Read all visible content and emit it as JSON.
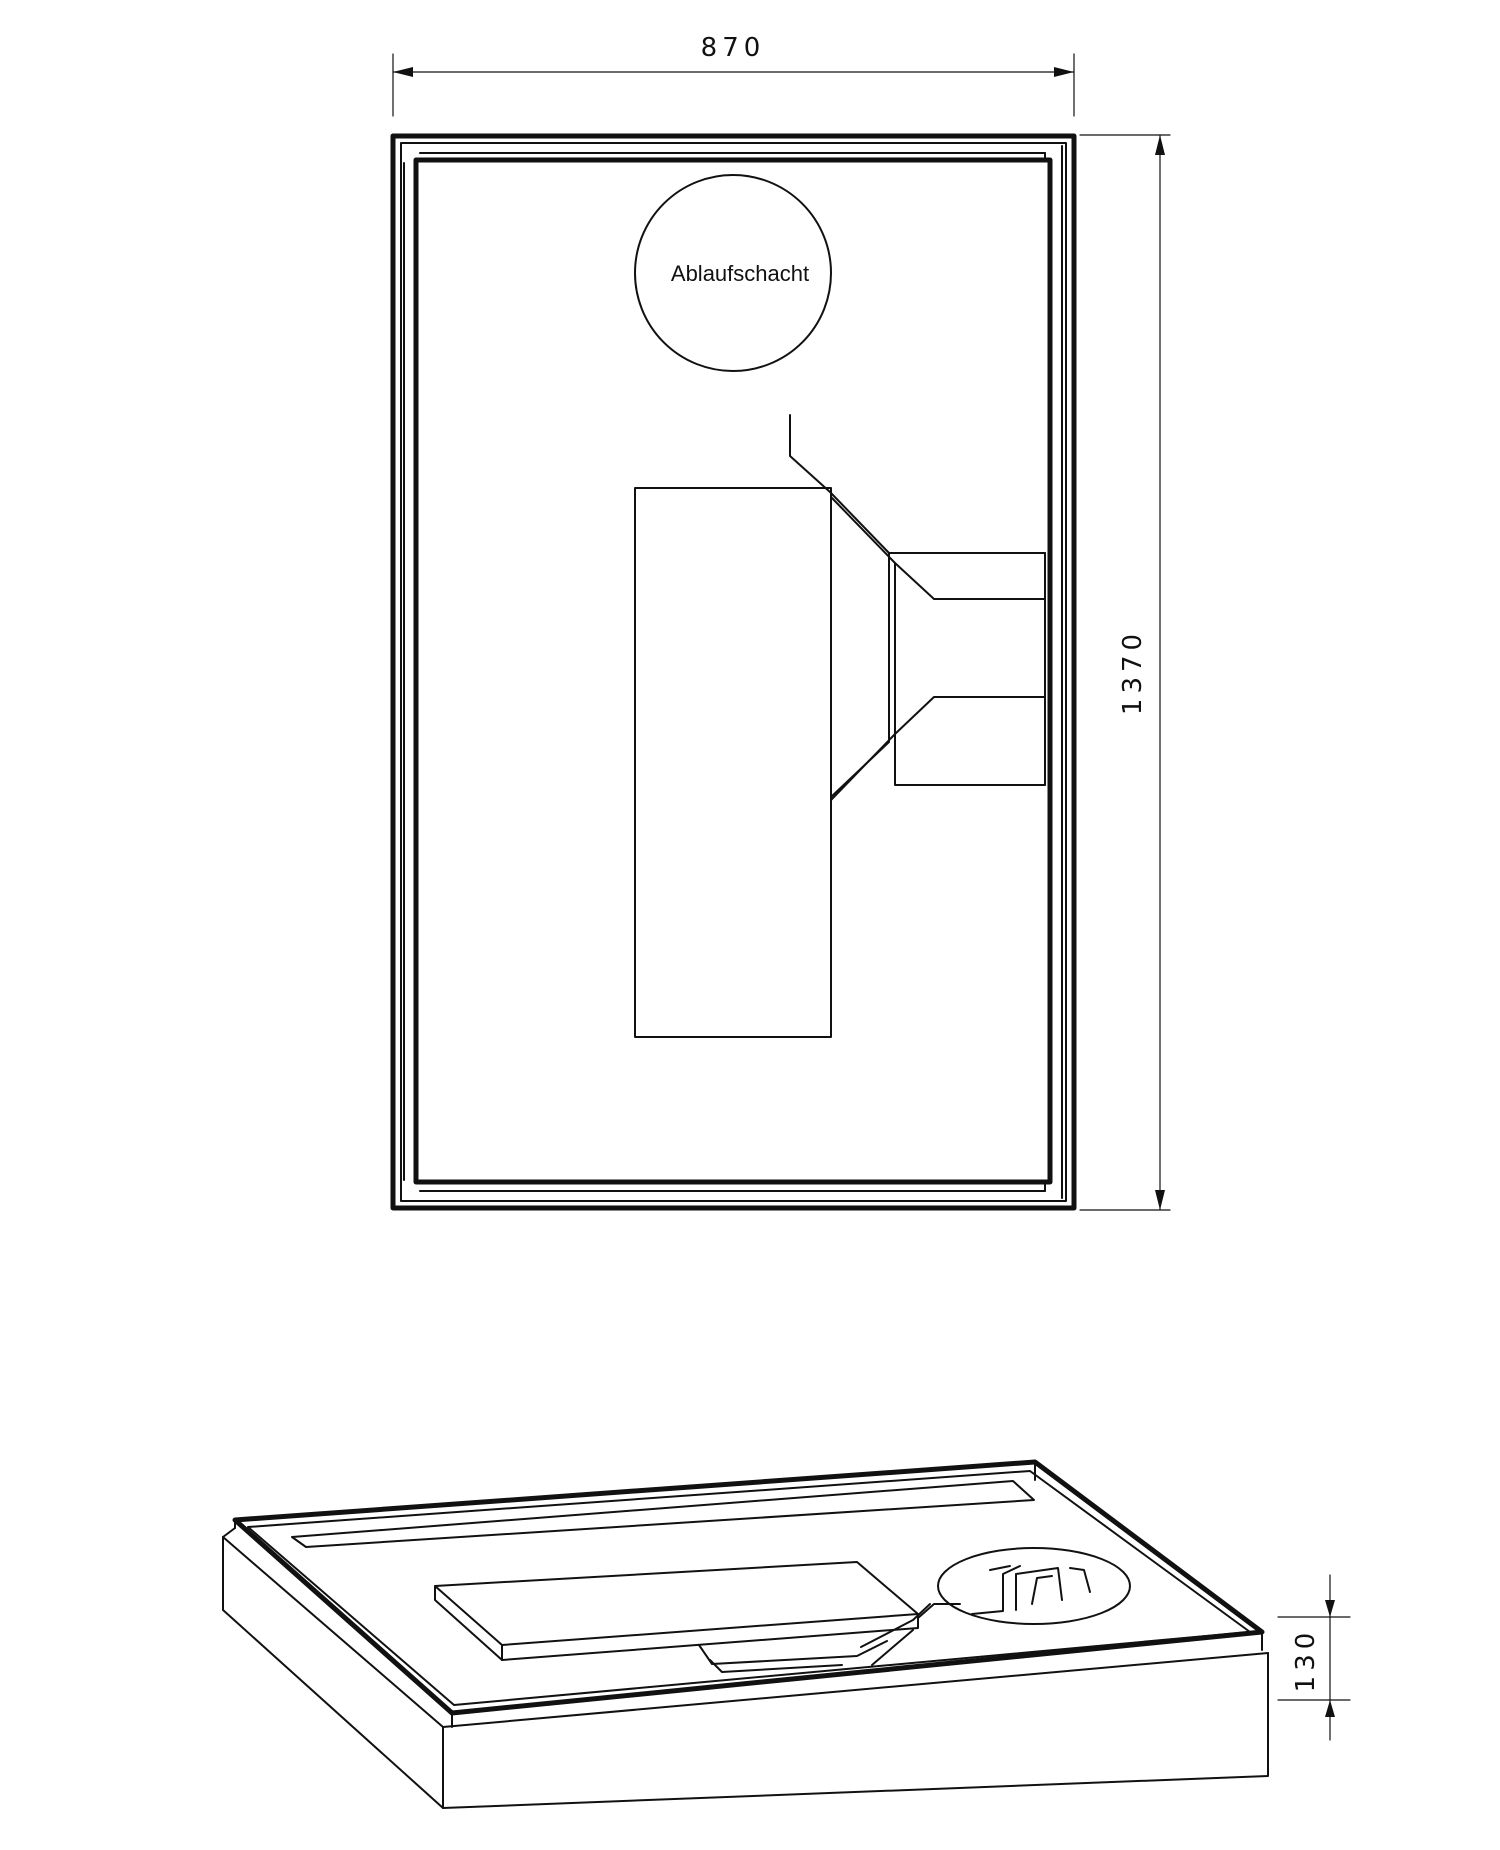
{
  "dimensions": {
    "width": "870",
    "length": "1370",
    "height": "130"
  },
  "labels": {
    "drain_shaft": "Ablaufschacht"
  }
}
